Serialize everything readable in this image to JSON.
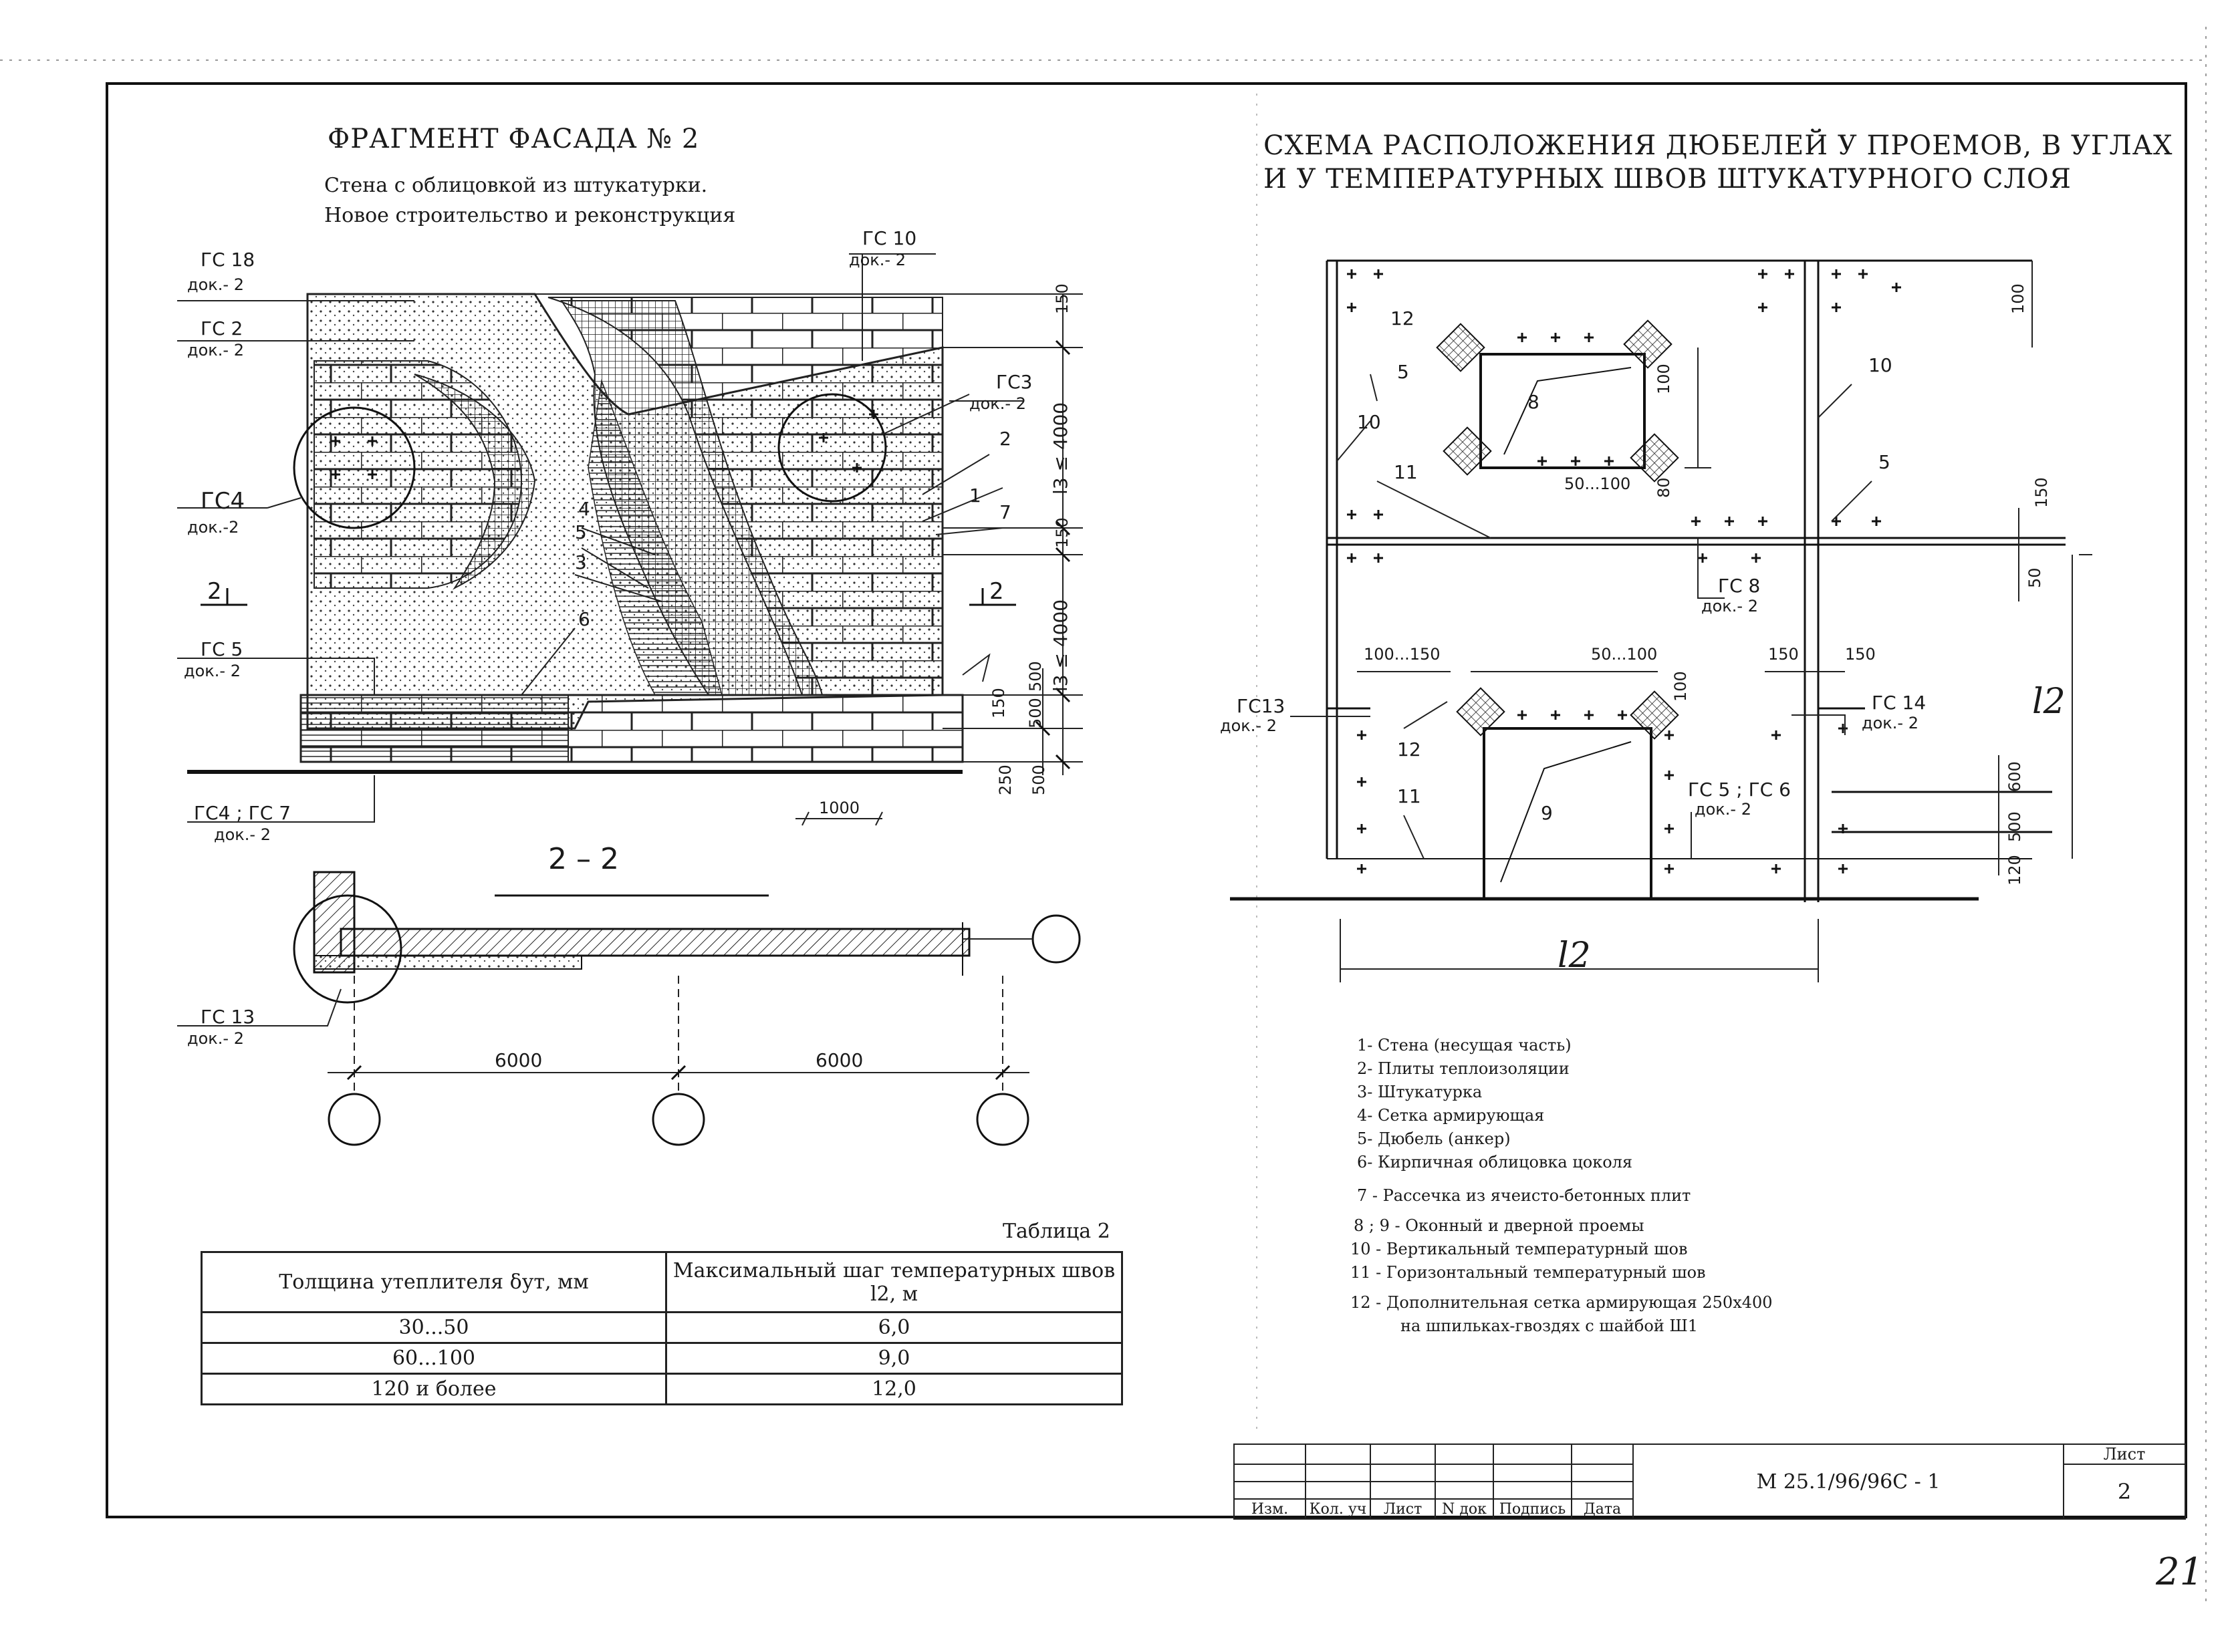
{
  "left": {
    "title": "ФРАГМЕНТ ФАСАДА № 2",
    "subtitle1": "Стена с облицовкой из штукатурки.",
    "subtitle2": "Новое строительство и реконструкция",
    "callouts": [
      {
        "name": "ГС 18",
        "doc": "док.- 2"
      },
      {
        "name": "ГС 2",
        "doc": "док.- 2"
      },
      {
        "name": "ГС 10",
        "doc": "док.- 2"
      },
      {
        "name": "ГС3",
        "doc": "док.- 2"
      },
      {
        "name": "ГС4",
        "doc": "док.-2"
      },
      {
        "name": "ГС 5",
        "doc": "док.- 2"
      },
      {
        "name": "ГС4 ; ГС 7",
        "doc": "док.- 2"
      },
      {
        "name": "ГС 13",
        "doc": "док.- 2"
      }
    ],
    "dims": {
      "d150a": "150",
      "l3a": "l3 ≤ 4000",
      "d150b": "150",
      "l3b": "l3 ≤ 4000",
      "d500": "500",
      "d500b": "500",
      "d150c": "150",
      "d250": "250",
      "d500c": "500",
      "d1000": "1000",
      "d6000a": "6000",
      "d6000b": "6000"
    },
    "markers": [
      "1",
      "2",
      "3",
      "4",
      "5",
      "6",
      "7"
    ],
    "section_mark": "2",
    "section_title": "2 – 2"
  },
  "table": {
    "caption": "Таблица 2",
    "headers": [
      "Толщина утеплителя δут, мм",
      "Максимальный шаг температурных швов l2, м"
    ],
    "rows": [
      [
        "30...50",
        "6,0"
      ],
      [
        "60...100",
        "9,0"
      ],
      [
        "120 и более",
        "12,0"
      ]
    ]
  },
  "right": {
    "title1": "СХЕМА РАСПОЛОЖЕНИЯ ДЮБЕЛЕЙ У ПРОЕМОВ, В УГЛАХ",
    "title2": "И У ТЕМПЕРАТУРНЫХ ШВОВ ШТУКАТУРНОГО СЛОЯ",
    "callouts": [
      {
        "name": "ГС 8",
        "doc": "док.- 2"
      },
      {
        "name": "ГС13",
        "doc": "док.- 2"
      },
      {
        "name": "ГС 14",
        "doc": "док.- 2"
      },
      {
        "name": "ГС 5 ; ГС 6",
        "doc": "док.- 2"
      }
    ],
    "dims": {
      "d100a": "100",
      "d100b": "100",
      "d150": "150",
      "d50": "50",
      "d50_100a": "50...100",
      "d80": "80",
      "d100_150": "100...150",
      "d50_100b": "50...100",
      "d150b": "150",
      "d150c": "150",
      "d100c": "100",
      "d600": "600",
      "d500": "500",
      "d120": "120",
      "l2a": "l2",
      "l2b": "l2"
    },
    "markers": [
      "12",
      "5",
      "8",
      "10",
      "11",
      "10",
      "5",
      "12",
      "11",
      "9"
    ],
    "legend": [
      "1- Стена (несущая часть)",
      "2- Плиты теплоизоляции",
      "3- Штукатурка",
      "4- Сетка армирующая",
      "5- Дюбель (анкер)",
      "6- Кирпичная облицовка цоколя",
      "7 - Рассечка из ячеисто-бетонных плит",
      "8 ; 9 - Оконный и дверной проемы",
      "10 - Вертикальный температурный шов",
      "11 - Горизонтальный температурный шов",
      "12 - Дополнительная сетка армирующая 250х400",
      "на шпильках-гвоздях с шайбой Ш1"
    ]
  },
  "stamp": {
    "cols": [
      "Изм.",
      "Кол. уч",
      "Лист",
      "N док",
      "Подпись",
      "Дата"
    ],
    "code": "М 25.1/96/96С - 1",
    "sheet_label": "Лист",
    "sheet_no": "2"
  },
  "page_number": "21"
}
